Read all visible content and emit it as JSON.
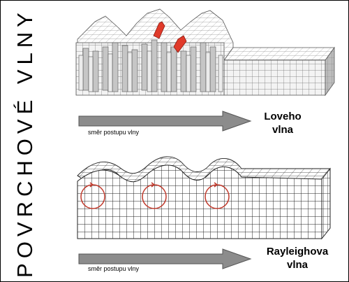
{
  "side_title": "POVRCHOVÉ VLNY",
  "love": {
    "name_line1": "Loveho",
    "name_line2": "vlna",
    "arrow_caption": "směr postupu vlny"
  },
  "rayleigh": {
    "name_line1": "Rayleighova",
    "name_line2": "vlna",
    "arrow_caption": "směr postupu vlny"
  },
  "colors": {
    "arrow": "#8c8c8c",
    "grain_arrow": "#e03a2a",
    "particle_orbit": "#c0392b",
    "block_face": "#f4f4f4",
    "block_side": "#b8b8b8"
  }
}
